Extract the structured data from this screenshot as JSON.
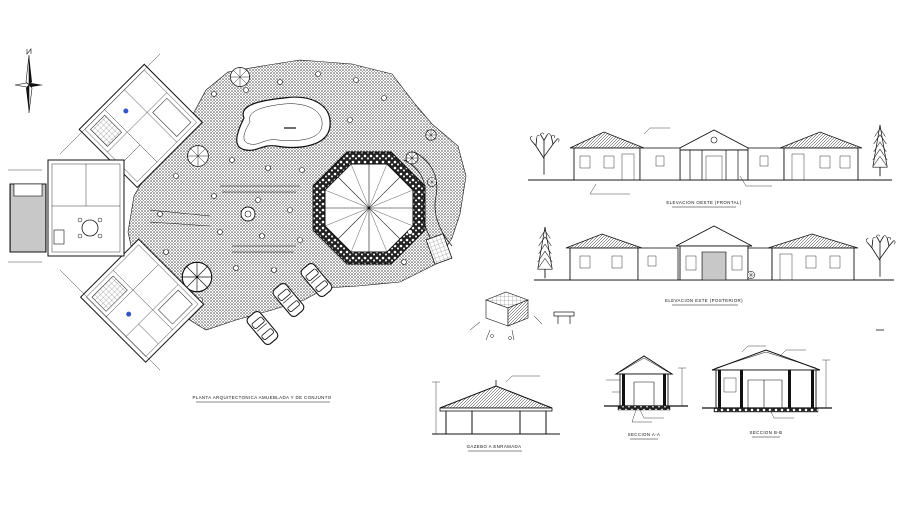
{
  "captions": {
    "plan": "PLANTA ARQUITECTONICA AMUEBLADA Y DE CONJUNTO",
    "front_elevation": "ELEVACION OESTE (FRONTAL)",
    "rear_elevation": "ELEVACION ESTE (POSTERIOR)",
    "gazebo": "GAZEBO A ENRAMADA",
    "section_aa": "SECCION A-A",
    "section_bb": "SECCION B-B"
  },
  "colors": {
    "line": "#111111",
    "hatch": "#3a3a3a",
    "background": "#ffffff"
  },
  "icons": {
    "north_arrow": "compass-star-icon",
    "trees": "tree-icon",
    "cars": "car-icon"
  }
}
